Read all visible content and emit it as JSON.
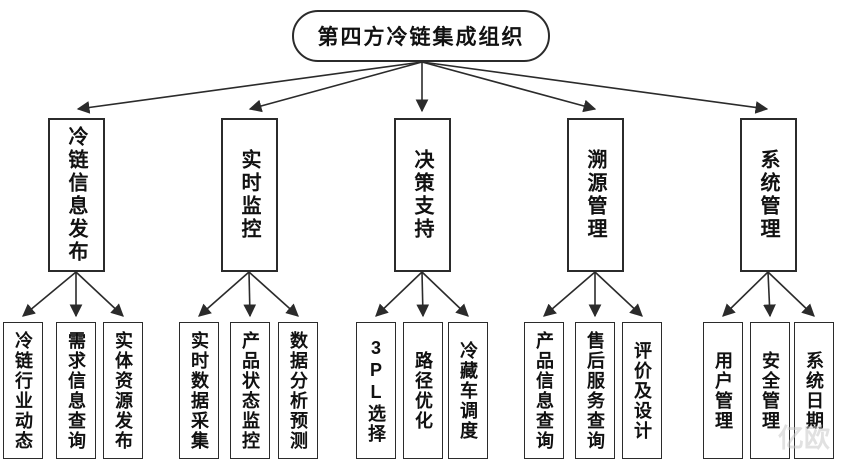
{
  "diagram": {
    "title": "第四方冷链集成组织",
    "root": {
      "label": "第四方冷链集成组织"
    },
    "branches": [
      {
        "label": "冷链信息发布",
        "children": [
          "冷链行业动态",
          "需求信息查询",
          "实体资源发布"
        ]
      },
      {
        "label": "实时监控",
        "children": [
          "实时数据采集",
          "产品状态监控",
          "数据分析预测"
        ]
      },
      {
        "label": "决策支持",
        "children": [
          "3PL选择",
          "路径优化",
          "冷藏车调度"
        ]
      },
      {
        "label": "溯源管理",
        "children": [
          "产品信息查询",
          "售后服务查询",
          "评价及设计"
        ]
      },
      {
        "label": "系统管理",
        "children": [
          "用户管理",
          "安全管理",
          "系统日期"
        ]
      }
    ],
    "watermark": "亿欧",
    "colors": {
      "line": "#2b2b2b",
      "box_border": "#2b2b2b",
      "box_fill": "#ffffff",
      "text": "#111111",
      "watermark": "#c9c9c9",
      "background": "#ffffff"
    }
  }
}
